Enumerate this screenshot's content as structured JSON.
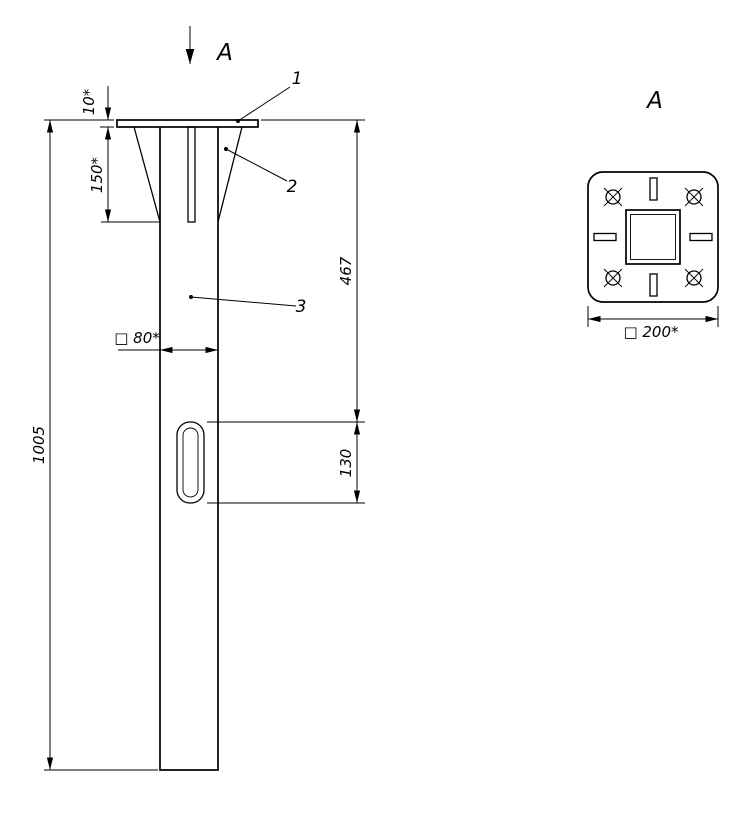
{
  "front_view": {
    "section_label": "A",
    "part_labels": {
      "flange_plate": "1",
      "gusset": "2",
      "tube_body": "3"
    },
    "dimensions": {
      "plate_thickness": "10*",
      "gusset_height": "150*",
      "flange_to_slot": "467",
      "slot_length": "130",
      "total_length": "1005",
      "tube_size": "□ 80*"
    }
  },
  "view_a": {
    "label": "A",
    "plate_size": "□ 200*"
  },
  "colors": {
    "line": "#000000",
    "background": "#ffffff"
  }
}
